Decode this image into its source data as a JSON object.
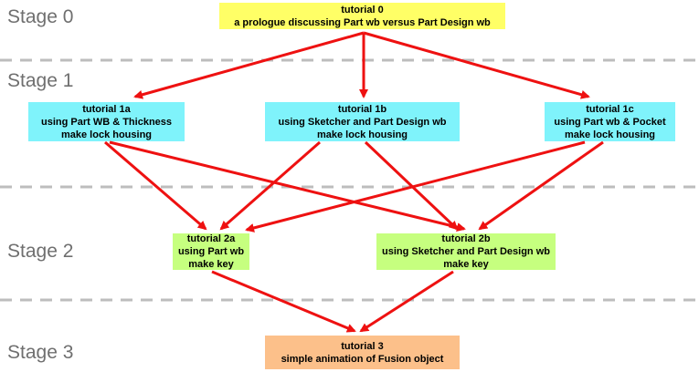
{
  "stages": [
    {
      "id": "stage-0",
      "label": "Stage 0"
    },
    {
      "id": "stage-1",
      "label": "Stage 1"
    },
    {
      "id": "stage-2",
      "label": "Stage 2"
    },
    {
      "id": "stage-3",
      "label": "Stage 3"
    }
  ],
  "nodes": {
    "t0": {
      "lines": [
        "tutorial 0",
        "a prologue discussing Part wb versus Part Design wb"
      ],
      "color": "#ffff66"
    },
    "t1a": {
      "lines": [
        "tutorial 1a",
        "using Part WB & Thickness",
        "make lock housing"
      ],
      "color": "#7ff3fb"
    },
    "t1b": {
      "lines": [
        "tutorial 1b",
        "using Sketcher and Part Design wb",
        "make lock housing"
      ],
      "color": "#7ff3fb"
    },
    "t1c": {
      "lines": [
        "tutorial 1c",
        "using Part wb & Pocket",
        "make lock housing"
      ],
      "color": "#7ff3fb"
    },
    "t2a": {
      "lines": [
        "tutorial 2a",
        "using Part wb",
        "make key"
      ],
      "color": "#c6ff7f"
    },
    "t2b": {
      "lines": [
        "tutorial 2b",
        "using Sketcher and Part Design wb",
        "make key"
      ],
      "color": "#c6ff7f"
    },
    "t3": {
      "lines": [
        "tutorial 3",
        "simple animation of Fusion object"
      ],
      "color": "#fcc08a"
    }
  },
  "colors": {
    "arrow": "#ee1111",
    "separator": "#bdbdbd",
    "stage_text": "#6f6f6f"
  }
}
